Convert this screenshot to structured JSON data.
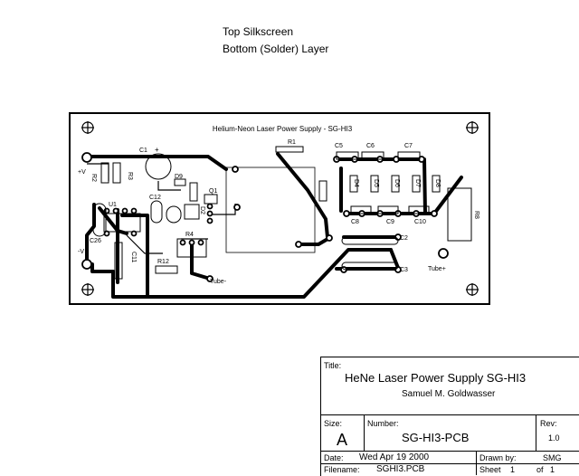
{
  "header": {
    "line1": "Top Silkscreen",
    "line2": "Bottom (Solder) Layer"
  },
  "board": {
    "title": "Helium-Neon Laser Power Supply - SG-HI3",
    "labels": {
      "c1": "C1",
      "plus": "+",
      "r1": "R1",
      "c5": "C5",
      "c6": "C6",
      "c7": "C7",
      "pv": "+V",
      "r2": "R2",
      "r3": "R3",
      "d9": "D9",
      "q1": "Q1",
      "d4": "D4",
      "d5": "D5",
      "d6": "D6",
      "d7": "D7",
      "d8": "D8",
      "c8": "C8",
      "c9": "C9",
      "c10": "C10",
      "r8": "R8",
      "c12": "C12",
      "u1": "U1",
      "d2": "D2",
      "c26": "C26",
      "nv": "-V",
      "c11": "C11",
      "r12": "R12",
      "r4": "R4",
      "c2": "C2",
      "c3": "C3",
      "tube_plus": "Tube+",
      "tube": "Tube-"
    }
  },
  "title_block": {
    "title_label": "Title:",
    "title": "HeNe Laser Power Supply SG-HI3",
    "author": "Samuel M. Goldwasser",
    "size_label": "Size:",
    "size": "A",
    "number_label": "Number:",
    "number": "SG-HI3-PCB",
    "rev_label": "Rev:",
    "rev": "1.0",
    "date_label": "Date:",
    "date": "Wed Apr 19 2000",
    "drawn_label": "Drawn by:",
    "drawn": "SMG",
    "filename_label": "Filename:",
    "filename": "SGHI3.PCB",
    "sheet_label": "Sheet",
    "sheet": "1",
    "of_label": "of",
    "of": "1"
  }
}
